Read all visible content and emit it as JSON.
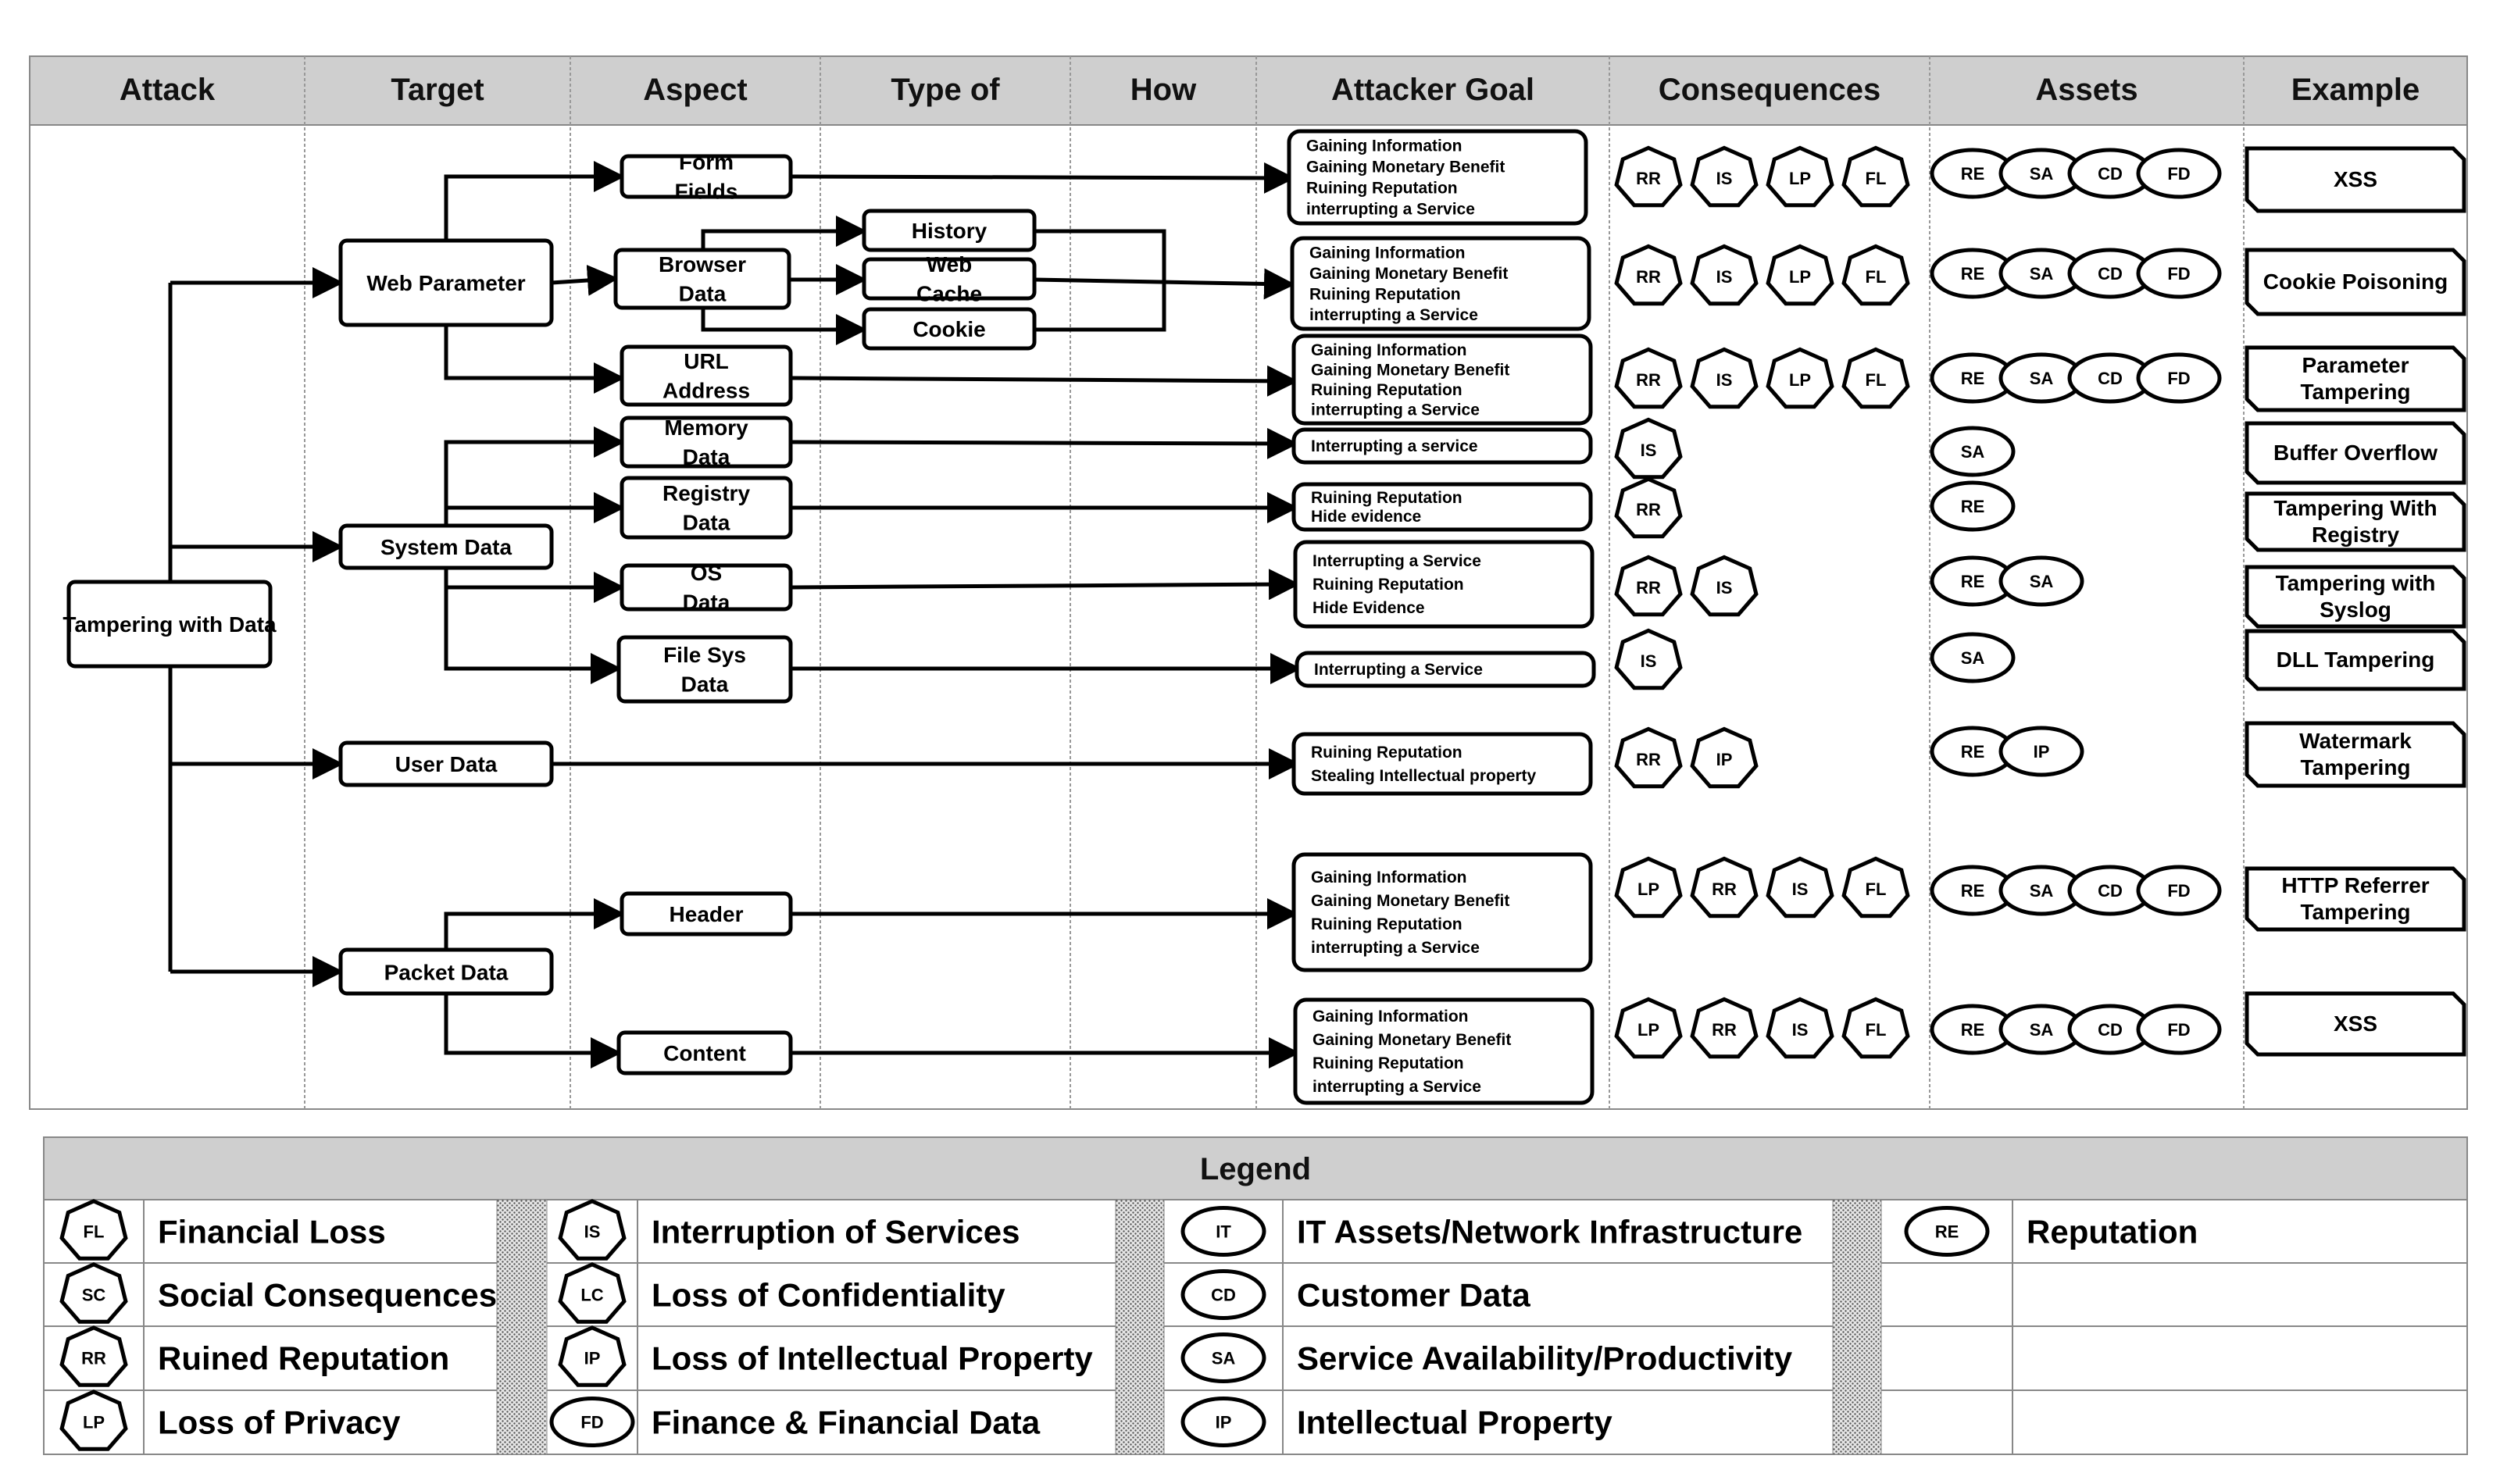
{
  "headers": [
    "Attack",
    "Target",
    "Aspect",
    "Type of",
    "How",
    "Attacker Goal",
    "Consequences",
    "Assets",
    "Example"
  ],
  "root": "Tampering with Data",
  "targets": {
    "web": "Web Parameter",
    "system": "System Data",
    "user": "User Data",
    "packet": "Packet Data"
  },
  "aspects": {
    "form": "Form Fields",
    "browser": "Browser Data",
    "url": "URL Address",
    "memory": "Memory Data",
    "registry": "Registry Data",
    "os": "OS Data",
    "filesys": "File Sys Data",
    "header": "Header",
    "content": "Content"
  },
  "types": {
    "history": "History",
    "webcache": "Web Cache",
    "cookie": "Cookie"
  },
  "rows": [
    {
      "goals": [
        "Gaining Information",
        "Gaining Monetary Benefit",
        "Ruining Reputation",
        "interrupting a Service"
      ],
      "consequences": [
        "RR",
        "IS",
        "LP",
        "FL"
      ],
      "assets": [
        "RE",
        "SA",
        "CD",
        "FD"
      ],
      "example": "XSS"
    },
    {
      "goals": [
        "Gaining Information",
        "Gaining Monetary Benefit",
        "Ruining Reputation",
        "interrupting a Service"
      ],
      "consequences": [
        "RR",
        "IS",
        "LP",
        "FL"
      ],
      "assets": [
        "RE",
        "SA",
        "CD",
        "FD"
      ],
      "example": "Cookie Poisoning"
    },
    {
      "goals": [
        "Gaining Information",
        "Gaining Monetary Benefit",
        "Ruining Reputation",
        "interrupting a Service"
      ],
      "consequences": [
        "RR",
        "IS",
        "LP",
        "FL"
      ],
      "assets": [
        "RE",
        "SA",
        "CD",
        "FD"
      ],
      "example": "Parameter Tampering"
    },
    {
      "goals": [
        "Interrupting a service"
      ],
      "consequences": [
        "IS"
      ],
      "assets": [
        "SA"
      ],
      "example": "Buffer Overflow"
    },
    {
      "goals": [
        "Ruining Reputation",
        "Hide evidence"
      ],
      "consequences": [
        "RR"
      ],
      "assets": [
        "RE"
      ],
      "example": "Tampering With Registry"
    },
    {
      "goals": [
        "Interrupting a Service",
        "Ruining Reputation",
        "Hide Evidence"
      ],
      "consequences": [
        "RR",
        "IS"
      ],
      "assets": [
        "RE",
        "SA"
      ],
      "example": "Tampering with Syslog"
    },
    {
      "goals": [
        "Interrupting a Service"
      ],
      "consequences": [
        "IS"
      ],
      "assets": [
        "SA"
      ],
      "example": "DLL Tampering"
    },
    {
      "goals": [
        "Ruining Reputation",
        "Stealing Intellectual property"
      ],
      "consequences": [
        "RR",
        "IP"
      ],
      "assets": [
        "RE",
        "IP"
      ],
      "example": "Watermark Tampering"
    },
    {
      "goals": [
        "Gaining Information",
        "Gaining Monetary Benefit",
        "Ruining Reputation",
        "interrupting a Service"
      ],
      "consequences": [
        "LP",
        "RR",
        "IS",
        "FL"
      ],
      "assets": [
        "RE",
        "SA",
        "CD",
        "FD"
      ],
      "example": "HTTP Referrer Tampering"
    },
    {
      "goals": [
        "Gaining Information",
        "Gaining Monetary Benefit",
        "Ruining Reputation",
        "interrupting a Service"
      ],
      "consequences": [
        "LP",
        "RR",
        "IS",
        "FL"
      ],
      "assets": [
        "RE",
        "SA",
        "CD",
        "FD"
      ],
      "example": "XSS"
    }
  ],
  "legend": {
    "title": "Legend",
    "col1": [
      {
        "code": "FL",
        "label": "Financial Loss"
      },
      {
        "code": "SC",
        "label": "Social Consequences"
      },
      {
        "code": "RR",
        "label": "Ruined Reputation"
      },
      {
        "code": "LP",
        "label": "Loss of Privacy"
      }
    ],
    "col2": [
      {
        "code": "IS",
        "label": "Interruption of Services"
      },
      {
        "code": "LC",
        "label": "Loss of Confidentiality"
      },
      {
        "code": "IP",
        "label": "Loss of Intellectual Property"
      },
      {
        "code": "FD",
        "label": "Finance & Financial Data"
      }
    ],
    "col3": [
      {
        "code": "IT",
        "label": "IT Assets/Network Infrastructure"
      },
      {
        "code": "CD",
        "label": "Customer Data"
      },
      {
        "code": "SA",
        "label": "Service Availability/Productivity"
      },
      {
        "code": "IP",
        "label": "Intellectual Property"
      }
    ],
    "col4": [
      {
        "code": "RE",
        "label": "Reputation"
      }
    ]
  }
}
